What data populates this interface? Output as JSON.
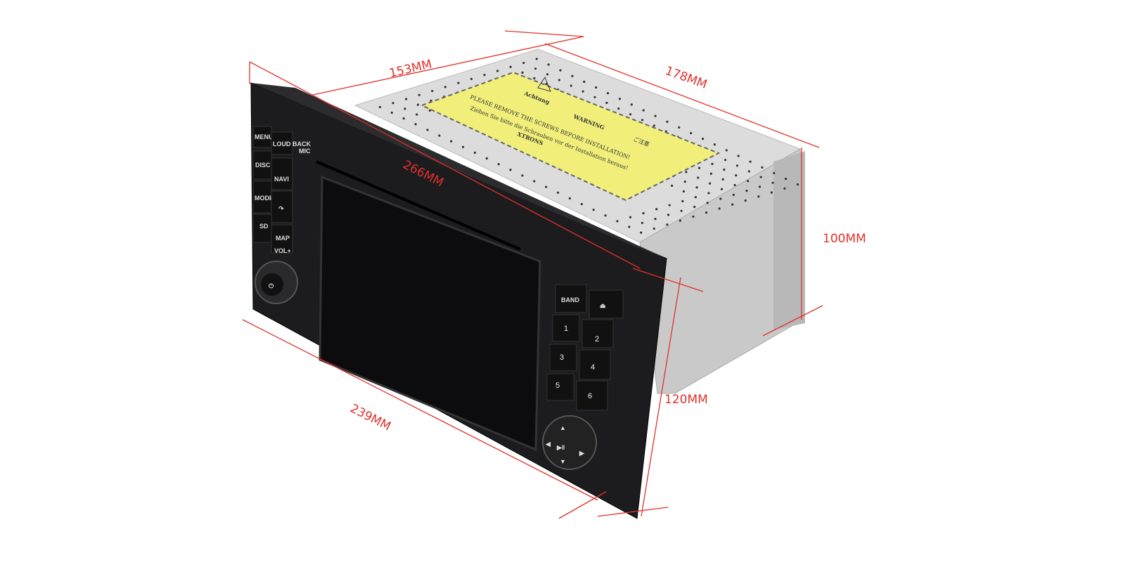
{
  "dimensions": {
    "top_depth": "153MM",
    "side_depth": "178MM",
    "diagonal": "266MM",
    "body_height": "100MM",
    "front_height": "120MM",
    "front_width": "239MM"
  },
  "left_buttons": [
    "MENU",
    "LOUD BACK",
    "DISC",
    "NAVI",
    "MODE",
    "SD",
    "MAP"
  ],
  "mic_label": "MIC",
  "vol_label": "VOL+",
  "right_buttons": [
    "BAND",
    "1",
    "2",
    "3",
    "4",
    "5",
    "6"
  ],
  "warning_label": {
    "achtung": "Achtung",
    "warning": "WARNING",
    "japanese": "ご注意",
    "english": "PLEASE REMOVE THE SCREWS BEFORE INSTALLATION!",
    "german": "Ziehen Sie bitte die Schrauben vor der Installation heraus!",
    "brand": "XTRONS"
  },
  "colors": {
    "dimension": "#e0312b",
    "label": "#f1ef7a",
    "panel": "#1c1c1e"
  }
}
